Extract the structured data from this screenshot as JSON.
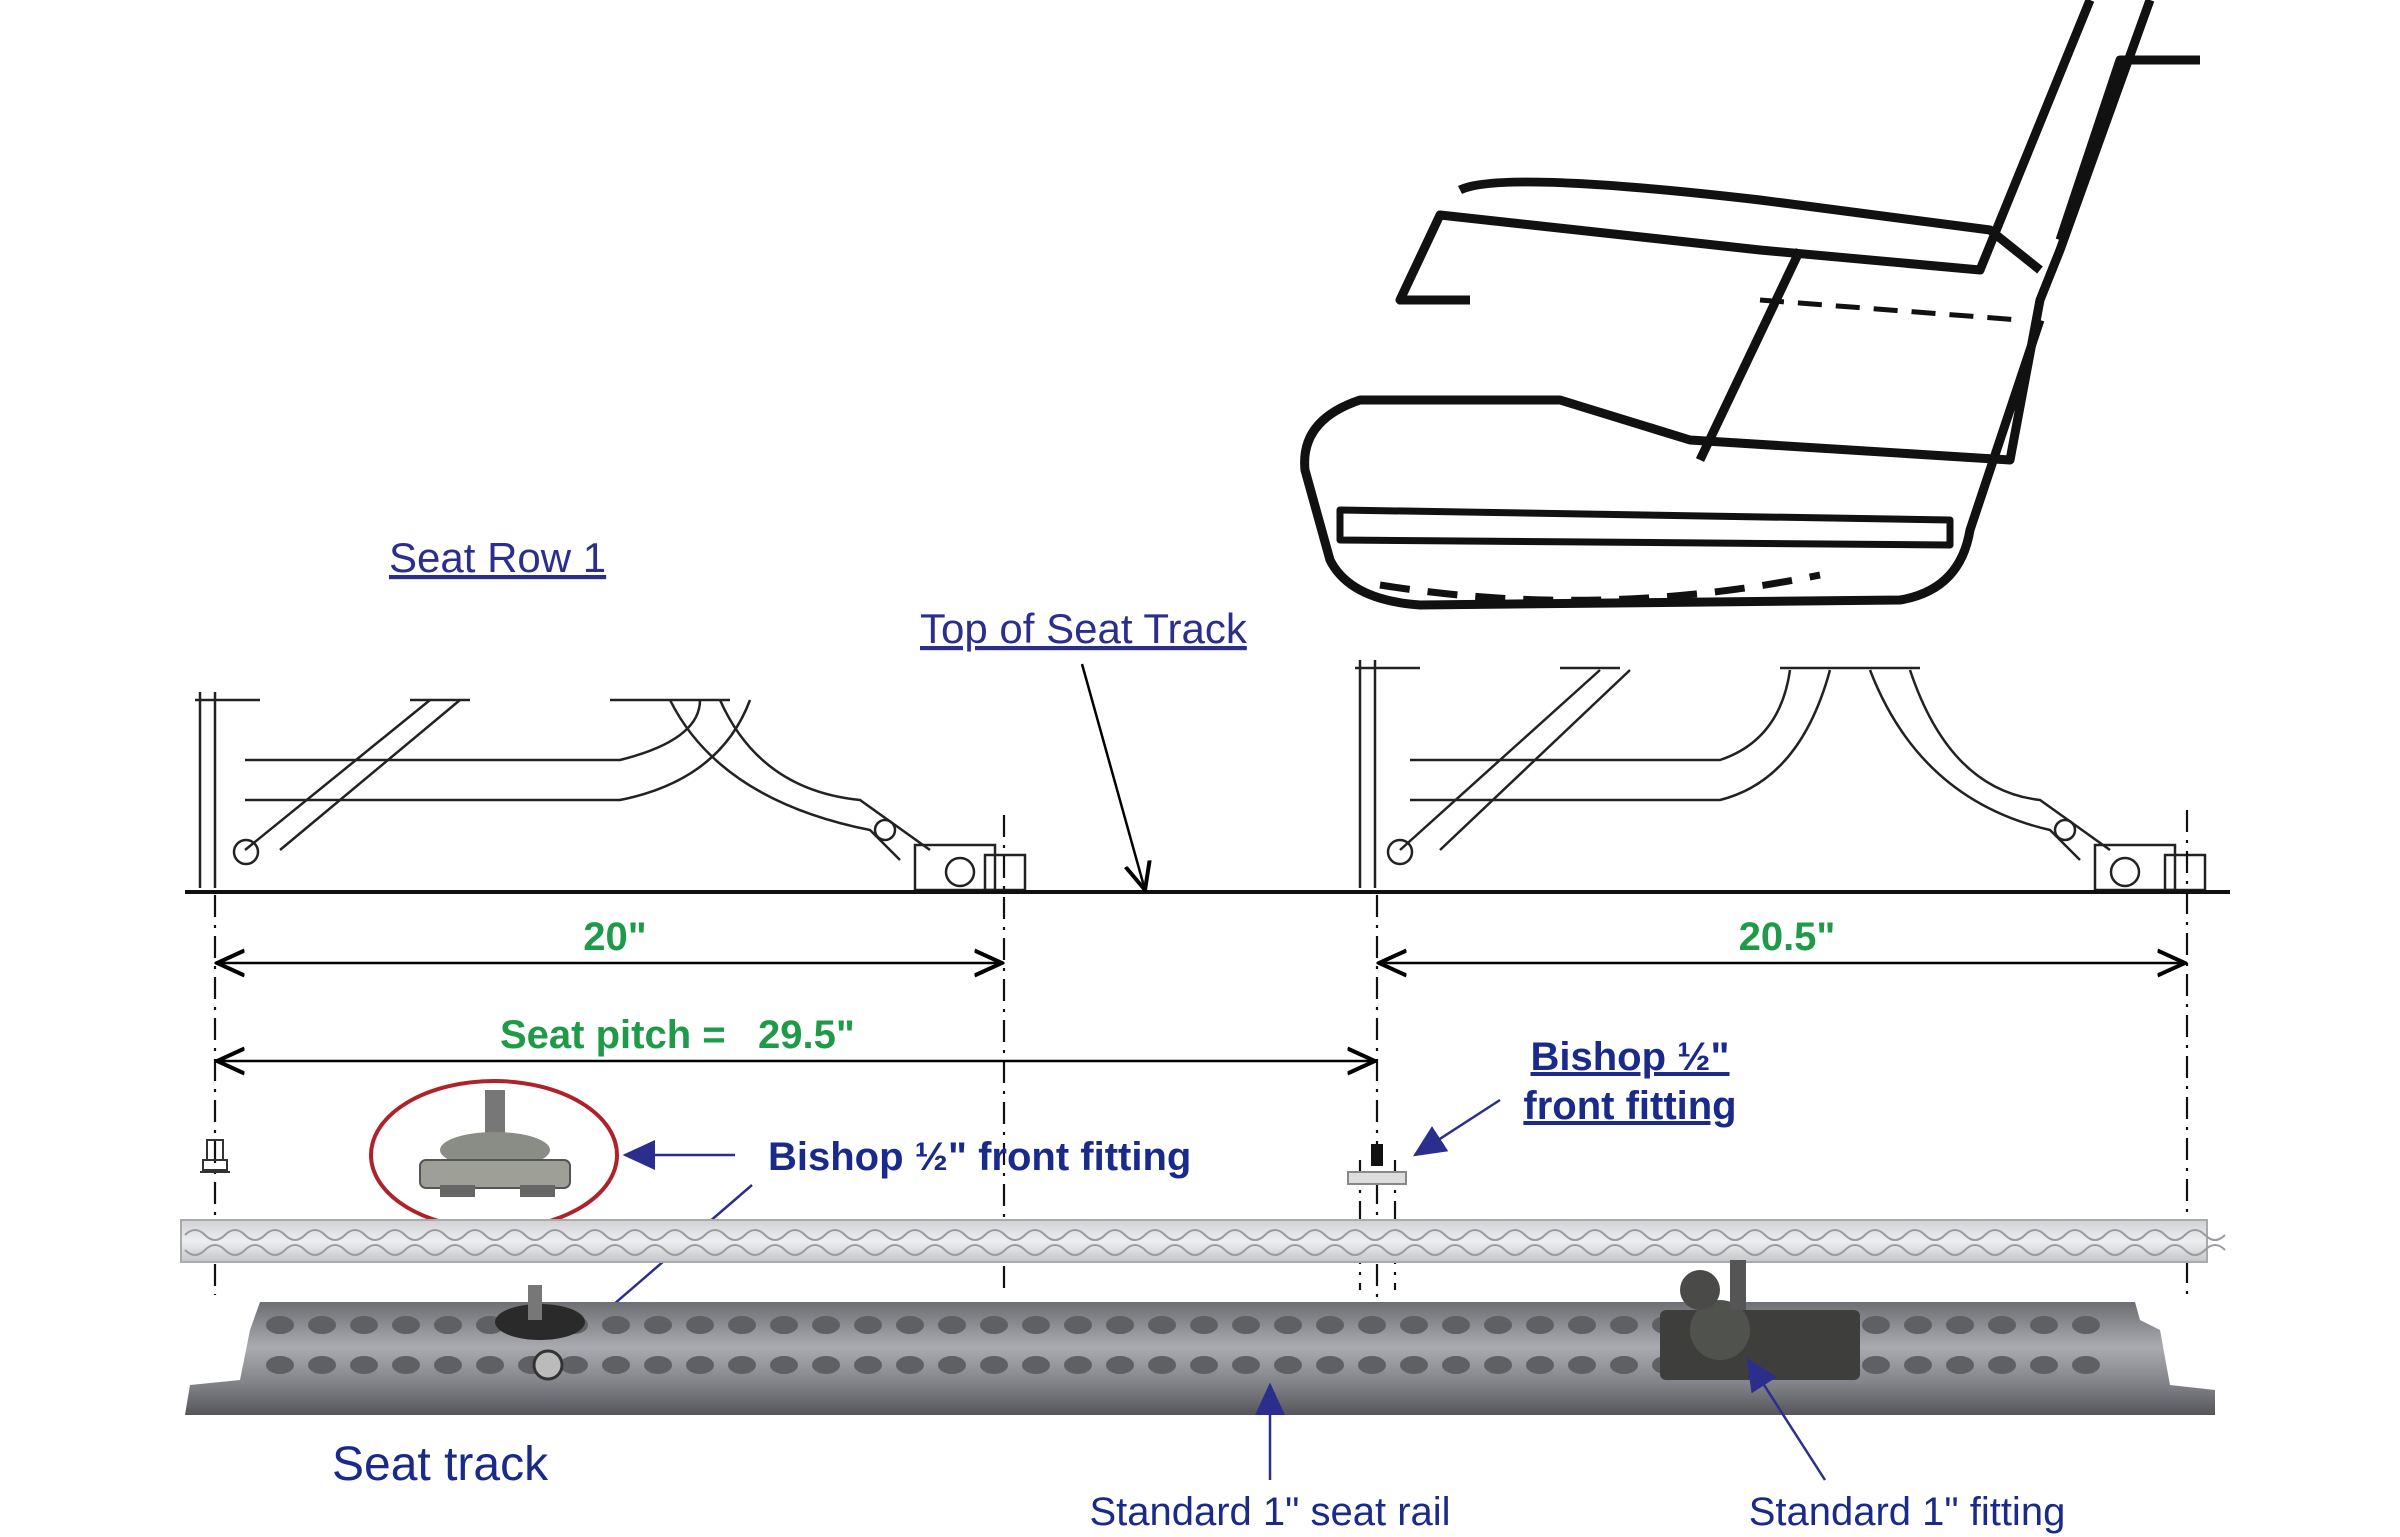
{
  "labels": {
    "seat_row": "Seat Row 1",
    "top_of_track": "Top of Seat Track",
    "dim_front": "20\"",
    "dim_rear": "20.5\"",
    "seat_pitch_label": "Seat pitch =",
    "seat_pitch_value": "29.5\"",
    "bishop_right_line1": "Bishop ½\"",
    "bishop_right_line2": "front fitting",
    "bishop_center": "Bishop ½\" front fitting",
    "seat_track": "Seat track",
    "standard_rail": "Standard 1\" seat rail",
    "standard_fitting": "Standard 1\" fitting"
  },
  "colors": {
    "label_blue": "#2b2e8c",
    "dimension_green": "#1e9a48",
    "highlight_red": "#b0222a",
    "rail_metal": "#8d8f94"
  }
}
